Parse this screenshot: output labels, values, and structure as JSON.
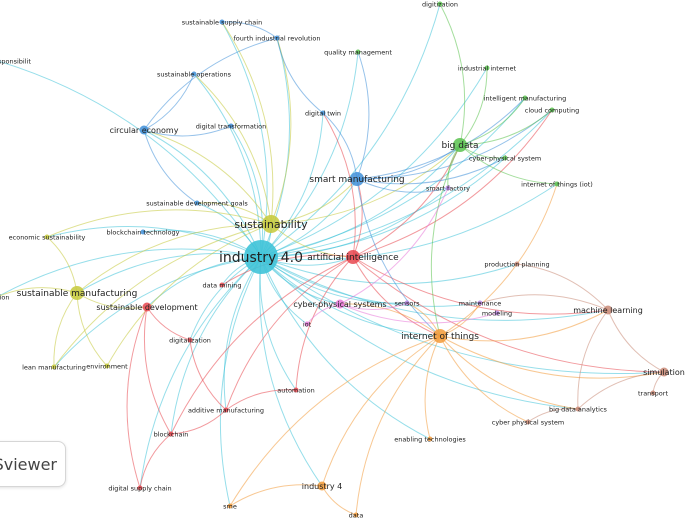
{
  "watermark": "Sviewer",
  "colors": {
    "red": "#e8474f",
    "green": "#5bc24f",
    "blue": "#3f8fd8",
    "yellow": "#c5c93a",
    "orange": "#f39b3a",
    "purple": "#b583e0",
    "cyan": "#3fc3d8",
    "pink": "#e879d8",
    "brown": "#c98a77",
    "lightblue": "#7fc6ee"
  },
  "nodes": [
    {
      "id": "industry40",
      "label": "industry 4.0",
      "cluster": "cyan",
      "size": "xl"
    },
    {
      "id": "sustainability",
      "label": "sustainability",
      "cluster": "yellow",
      "size": "l"
    },
    {
      "id": "ai",
      "label": "artificial intelligence",
      "cluster": "red",
      "size": "m"
    },
    {
      "id": "smartmfg",
      "label": "smart manufacturing",
      "cluster": "blue",
      "size": "m"
    },
    {
      "id": "bigdata",
      "label": "big data",
      "cluster": "green",
      "size": "m"
    },
    {
      "id": "iot_things",
      "label": "internet of things",
      "cluster": "orange",
      "size": "m"
    },
    {
      "id": "susmfg",
      "label": "sustainable manufacturing",
      "cluster": "yellow",
      "size": "m"
    },
    {
      "id": "cps",
      "label": "cyber-physical systems",
      "cluster": "pink",
      "size": "s"
    },
    {
      "id": "susdev",
      "label": "sustainable development",
      "cluster": "red",
      "size": "s"
    },
    {
      "id": "ml",
      "label": "machine learning",
      "cluster": "brown",
      "size": "s"
    },
    {
      "id": "simulation",
      "label": "simulation",
      "cluster": "brown",
      "size": "s"
    },
    {
      "id": "industry4",
      "label": "industry 4",
      "cluster": "orange",
      "size": "s"
    },
    {
      "id": "digitization",
      "label": "digitization",
      "cluster": "green",
      "size": "xs"
    },
    {
      "id": "supplychain",
      "label": "sustainable supply chain",
      "cluster": "blue",
      "size": "xs"
    },
    {
      "id": "fourthrev",
      "label": "fourth industrial revolution",
      "cluster": "blue",
      "size": "xs"
    },
    {
      "id": "qualitymgmt",
      "label": "quality management",
      "cluster": "green",
      "size": "xs"
    },
    {
      "id": "responsibility",
      "label": "sponsibilit",
      "cluster": "lightblue",
      "size": "xs"
    },
    {
      "id": "industrialinternet",
      "label": "industrial internet",
      "cluster": "green",
      "size": "xs"
    },
    {
      "id": "susops",
      "label": "sustainable operations",
      "cluster": "blue",
      "size": "xs"
    },
    {
      "id": "intelmfg",
      "label": "intelligent manufacturing",
      "cluster": "green",
      "size": "xs"
    },
    {
      "id": "cloud",
      "label": "cloud computing",
      "cluster": "green",
      "size": "xs"
    },
    {
      "id": "digitaltwin",
      "label": "digital twin",
      "cluster": "blue",
      "size": "xs"
    },
    {
      "id": "circular",
      "label": "circular economy",
      "cluster": "blue",
      "size": "s"
    },
    {
      "id": "digitaltrans",
      "label": "digital transformation",
      "cluster": "blue",
      "size": "xs"
    },
    {
      "id": "cps2",
      "label": "cyber-physical system",
      "cluster": "green",
      "size": "xs"
    },
    {
      "id": "smartfactory",
      "label": "smart factory",
      "cluster": "purple",
      "size": "xs"
    },
    {
      "id": "iotparen",
      "label": "internet of things (iot)",
      "cluster": "green",
      "size": "xs"
    },
    {
      "id": "sdg",
      "label": "sustainable development goals",
      "cluster": "blue",
      "size": "xs"
    },
    {
      "id": "blockchaintech",
      "label": "blockchain technology",
      "cluster": "blue",
      "size": "xs"
    },
    {
      "id": "econsus",
      "label": "economic sustainability",
      "cluster": "yellow",
      "size": "xs"
    },
    {
      "id": "prodplan",
      "label": "production planning",
      "cluster": "brown",
      "size": "xs"
    },
    {
      "id": "datamining",
      "label": "data mining",
      "cluster": "red",
      "size": "xs"
    },
    {
      "id": "tion",
      "label": "tion",
      "cluster": "yellow",
      "size": "xs"
    },
    {
      "id": "sensors",
      "label": "sensors",
      "cluster": "purple",
      "size": "xs"
    },
    {
      "id": "maintenance",
      "label": "maintenance",
      "cluster": "purple",
      "size": "xs"
    },
    {
      "id": "modeling",
      "label": "modeling",
      "cluster": "purple",
      "size": "xs"
    },
    {
      "id": "iot",
      "label": "iot",
      "cluster": "pink",
      "size": "xs"
    },
    {
      "id": "digitalization",
      "label": "digitalization",
      "cluster": "red",
      "size": "xs"
    },
    {
      "id": "leanmfg",
      "label": "lean manufacturing",
      "cluster": "yellow",
      "size": "xs"
    },
    {
      "id": "environment",
      "label": "environment",
      "cluster": "yellow",
      "size": "xs"
    },
    {
      "id": "automation",
      "label": "automation",
      "cluster": "red",
      "size": "xs"
    },
    {
      "id": "transport",
      "label": "transport",
      "cluster": "brown",
      "size": "xs"
    },
    {
      "id": "additive",
      "label": "additive manufacturing",
      "cluster": "red",
      "size": "xs"
    },
    {
      "id": "bda",
      "label": "big data analytics",
      "cluster": "brown",
      "size": "xs"
    },
    {
      "id": "cps3",
      "label": "cyber physical system",
      "cluster": "brown",
      "size": "xs"
    },
    {
      "id": "blockchain",
      "label": "blockchain",
      "cluster": "red",
      "size": "xs"
    },
    {
      "id": "enabling",
      "label": "enabling technologies",
      "cluster": "orange",
      "size": "xs"
    },
    {
      "id": "dsc",
      "label": "digital supply chain",
      "cluster": "red",
      "size": "xs"
    },
    {
      "id": "sme",
      "label": "sme",
      "cluster": "orange",
      "size": "xs"
    },
    {
      "id": "data",
      "label": "data",
      "cluster": "orange",
      "size": "xs"
    }
  ],
  "edges": [
    [
      "industry40",
      "sustainability"
    ],
    [
      "industry40",
      "ai"
    ],
    [
      "industry40",
      "smartmfg"
    ],
    [
      "industry40",
      "bigdata"
    ],
    [
      "industry40",
      "iot_things"
    ],
    [
      "industry40",
      "susmfg"
    ],
    [
      "industry40",
      "cps"
    ],
    [
      "industry40",
      "susdev"
    ],
    [
      "industry40",
      "ml"
    ],
    [
      "industry40",
      "industry4"
    ],
    [
      "industry40",
      "digitization"
    ],
    [
      "industry40",
      "supplychain"
    ],
    [
      "industry40",
      "fourthrev"
    ],
    [
      "industry40",
      "qualitymgmt"
    ],
    [
      "industry40",
      "responsibility"
    ],
    [
      "industry40",
      "industrialinternet"
    ],
    [
      "industry40",
      "susops"
    ],
    [
      "industry40",
      "intelmfg"
    ],
    [
      "industry40",
      "cloud"
    ],
    [
      "industry40",
      "digitaltwin"
    ],
    [
      "industry40",
      "circular"
    ],
    [
      "industry40",
      "digitaltrans"
    ],
    [
      "industry40",
      "cps2"
    ],
    [
      "industry40",
      "smartfactory"
    ],
    [
      "industry40",
      "iotparen"
    ],
    [
      "industry40",
      "sdg"
    ],
    [
      "industry40",
      "blockchaintech"
    ],
    [
      "industry40",
      "econsus"
    ],
    [
      "industry40",
      "prodplan"
    ],
    [
      "industry40",
      "datamining"
    ],
    [
      "industry40",
      "sensors"
    ],
    [
      "industry40",
      "maintenance"
    ],
    [
      "industry40",
      "iot"
    ],
    [
      "industry40",
      "digitalization"
    ],
    [
      "industry40",
      "leanmfg"
    ],
    [
      "industry40",
      "automation"
    ],
    [
      "industry40",
      "additive"
    ],
    [
      "industry40",
      "bda"
    ],
    [
      "industry40",
      "blockchain"
    ],
    [
      "industry40",
      "enabling"
    ],
    [
      "industry40",
      "dsc"
    ],
    [
      "industry40",
      "sme"
    ],
    [
      "industry40",
      "simulation"
    ],
    [
      "industry40",
      "tion"
    ],
    [
      "sustainability",
      "susmfg"
    ],
    [
      "sustainability",
      "circular"
    ],
    [
      "sustainability",
      "sdg"
    ],
    [
      "sustainability",
      "supplychain"
    ],
    [
      "sustainability",
      "susops"
    ],
    [
      "sustainability",
      "econsus"
    ],
    [
      "sustainability",
      "leanmfg"
    ],
    [
      "sustainability",
      "bigdata"
    ],
    [
      "sustainability",
      "ai"
    ],
    [
      "sustainability",
      "smartmfg"
    ],
    [
      "sustainability",
      "fourthrev"
    ],
    [
      "sustainability",
      "environment"
    ],
    [
      "ai",
      "ml"
    ],
    [
      "ai",
      "bigdata"
    ],
    [
      "ai",
      "iot_things"
    ],
    [
      "ai",
      "smartmfg"
    ],
    [
      "ai",
      "blockchain"
    ],
    [
      "ai",
      "digitaltwin"
    ],
    [
      "ai",
      "additive"
    ],
    [
      "ai",
      "automation"
    ],
    [
      "ai",
      "datamining"
    ],
    [
      "ai",
      "cloud"
    ],
    [
      "ai",
      "simulation"
    ],
    [
      "smartmfg",
      "bigdata"
    ],
    [
      "smartmfg",
      "digitaltwin"
    ],
    [
      "smartmfg",
      "cloud"
    ],
    [
      "smartmfg",
      "intelmfg"
    ],
    [
      "smartmfg",
      "iot_things"
    ],
    [
      "smartmfg",
      "smartfactory"
    ],
    [
      "smartmfg",
      "cps2"
    ],
    [
      "smartmfg",
      "qualitymgmt"
    ],
    [
      "bigdata",
      "cloud"
    ],
    [
      "bigdata",
      "intelmfg"
    ],
    [
      "bigdata",
      "industrialinternet"
    ],
    [
      "bigdata",
      "iotparen"
    ],
    [
      "bigdata",
      "cps2"
    ],
    [
      "bigdata",
      "smartfactory"
    ],
    [
      "bigdata",
      "digitization"
    ],
    [
      "bigdata",
      "iot_things"
    ],
    [
      "iot_things",
      "ml"
    ],
    [
      "iot_things",
      "cps"
    ],
    [
      "iot_things",
      "sensors"
    ],
    [
      "iot_things",
      "maintenance"
    ],
    [
      "iot_things",
      "bda"
    ],
    [
      "iot_things",
      "cps3"
    ],
    [
      "iot_things",
      "industry4"
    ],
    [
      "iot_things",
      "enabling"
    ],
    [
      "iot_things",
      "sme"
    ],
    [
      "iot_things",
      "data"
    ],
    [
      "iot_things",
      "simulation"
    ],
    [
      "iot_things",
      "iotparen"
    ],
    [
      "susmfg",
      "susdev"
    ],
    [
      "susmfg",
      "leanmfg"
    ],
    [
      "susmfg",
      "econsus"
    ],
    [
      "susmfg",
      "tion"
    ],
    [
      "susmfg",
      "environment"
    ],
    [
      "susdev",
      "digitalization"
    ],
    [
      "susdev",
      "blockchain"
    ],
    [
      "susdev",
      "dsc"
    ],
    [
      "cps",
      "iot"
    ],
    [
      "cps",
      "modeling"
    ],
    [
      "cps",
      "smartfactory"
    ],
    [
      "cps",
      "sensors"
    ],
    [
      "ml",
      "simulation"
    ],
    [
      "ml",
      "bda"
    ],
    [
      "ml",
      "prodplan"
    ],
    [
      "ml",
      "maintenance"
    ],
    [
      "simulation",
      "transport"
    ],
    [
      "simulation",
      "bda"
    ],
    [
      "bda",
      "cps3"
    ],
    [
      "fourthrev",
      "supplychain"
    ],
    [
      "fourthrev",
      "circular"
    ],
    [
      "fourthrev",
      "digitaltwin"
    ],
    [
      "circular",
      "susops"
    ],
    [
      "circular",
      "digitaltrans"
    ],
    [
      "circular",
      "sdg"
    ],
    [
      "blockchain",
      "additive"
    ],
    [
      "blockchain",
      "dsc"
    ],
    [
      "industry4",
      "sme"
    ],
    [
      "industry4",
      "data"
    ],
    [
      "automation",
      "additive"
    ],
    [
      "digitalization",
      "additive"
    ]
  ]
}
